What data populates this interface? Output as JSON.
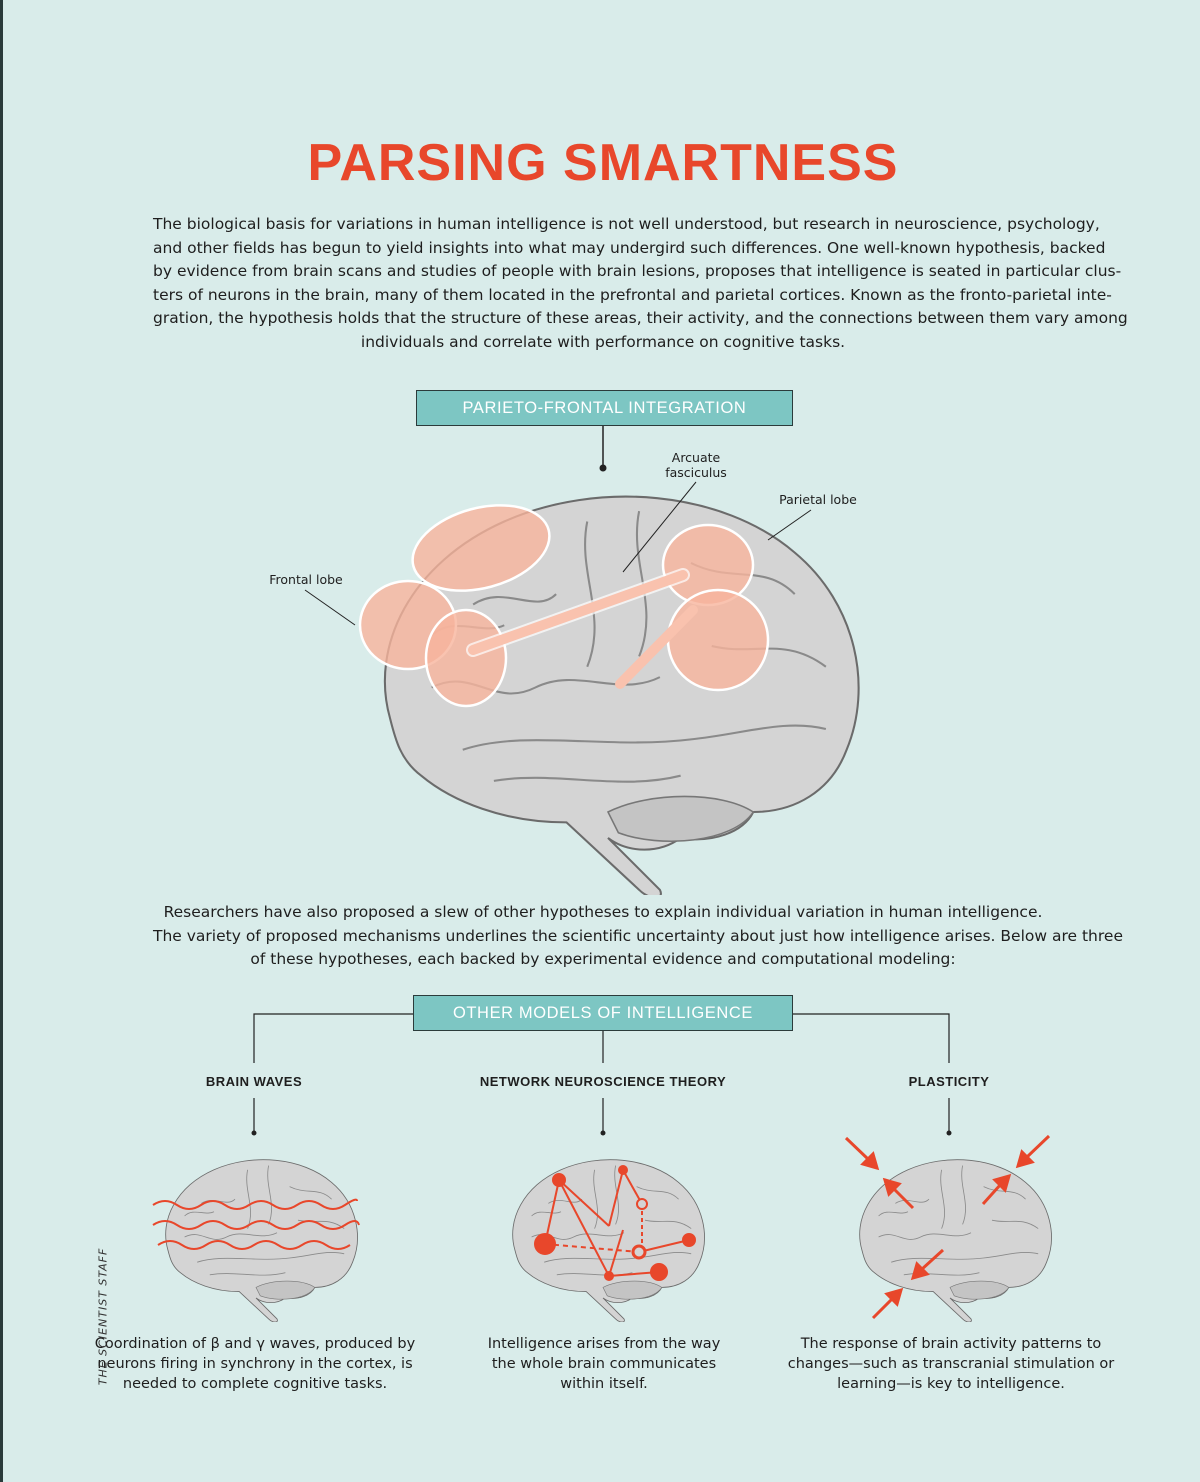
{
  "title": "PARSING SMARTNESS",
  "intro_lines": [
    "The biological basis for variations in human intelligence is not well understood, but research in neuroscience, psychology,",
    "and other fields has begun to yield insights into what may undergird such differences. One well-known hypothesis, backed",
    "by evidence from brain scans and studies of people with brain lesions, proposes that intelligence is seated in particular clus-",
    "ters of neurons in the brain, many of them located in the prefrontal and parietal cortices. Known as the fronto-parietal inte-",
    "gration, the hypothesis holds that the structure of these areas, their activity, and the connections between them vary among",
    "individuals and correlate with performance on cognitive tasks."
  ],
  "main_diagram": {
    "header": "PARIETO-FRONTAL INTEGRATION",
    "labels": {
      "arcuate_1": "Arcuate",
      "arcuate_2": "fasciculus",
      "parietal": "Parietal lobe",
      "frontal": "Frontal lobe"
    }
  },
  "middle_lines": [
    "Researchers have also proposed a slew of other hypotheses to explain individual variation in human intelligence.",
    "The variety of proposed mechanisms underlines the scientific uncertainty about just how intelligence arises. Below are three",
    "of these hypotheses, each backed by experimental evidence and computational modeling:"
  ],
  "other_models": {
    "header": "OTHER MODELS OF INTELLIGENCE",
    "models": [
      {
        "title": "BRAIN WAVES",
        "caption": [
          "Coordination of β and γ waves, produced by",
          "neurons firing in synchrony in the cortex, is",
          "needed to complete cognitive tasks."
        ]
      },
      {
        "title": "NETWORK NEUROSCIENCE THEORY",
        "caption": [
          "Intelligence arises from the way",
          "the whole brain communicates",
          "within itself."
        ]
      },
      {
        "title": "PLASTICITY",
        "caption": [
          "The response of brain activity patterns to",
          "changes—such as transcranial stimulation or",
          "learning—is key to intelligence."
        ]
      }
    ]
  },
  "credit": "THE SCIENTIST STAFF",
  "colors": {
    "background": "#d9ecea",
    "accent": "#e8472b",
    "teal": "#7dc6c3"
  }
}
